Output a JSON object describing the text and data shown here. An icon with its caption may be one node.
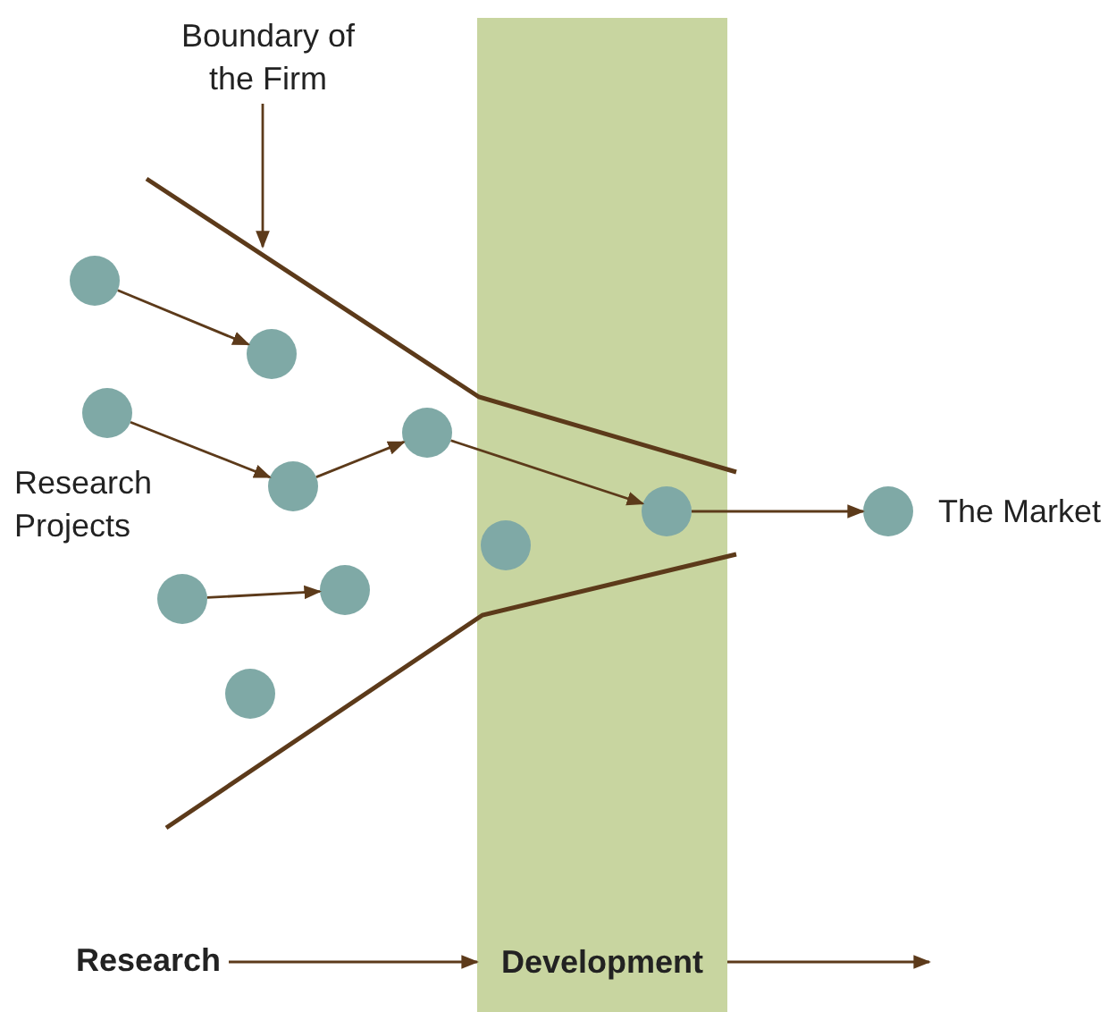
{
  "diagram": {
    "nodes": [
      {
        "text": [
          "Boundary of the Firm"
        ]
      },
      {
        "text": [
          "Development"
        ]
      },
      {
        "text": [],
        "shape": "circle"
      },
      {
        "text": [],
        "shape": "circle"
      },
      {
        "text": [],
        "shape": "circle"
      },
      {
        "text": [],
        "shape": "circle"
      },
      {
        "text": [],
        "shape": "circle"
      },
      {
        "text": [],
        "shape": "circle"
      },
      {
        "text": [],
        "shape": "circle"
      },
      {
        "text": [],
        "shape": "circle"
      },
      {
        "text": [],
        "shape": "circle",
        "in": 1
      },
      {
        "text": [],
        "shape": "circle",
        "in": 1
      },
      {
        "text": [],
        "shape": "circle",
        "beside": [
          "The Market"
        ]
      },
      {
        "text": [
          "Research"
        ]
      }
    ],
    "edges": [
      {
        "from": 2,
        "to": 6,
        "arrow": "to"
      },
      {
        "from": 3,
        "to": 7,
        "arrow": "to"
      },
      {
        "from": 4,
        "to": 8,
        "arrow": "to"
      },
      {
        "from": 7,
        "to": 9,
        "arrow": "to"
      },
      {
        "from": 9,
        "to": 11,
        "arrow": "to"
      },
      {
        "from": 11,
        "to": 12,
        "arrow": "to"
      },
      {
        "from": 13,
        "to": 1,
        "arrow": "to"
      },
      {
        "from": 1,
        "to": null,
        "arrow": "to"
      },
      {
        "from": 0,
        "to": null,
        "arrow": "to"
      }
    ],
    "labels": [
      "Research Projects"
    ]
  }
}
